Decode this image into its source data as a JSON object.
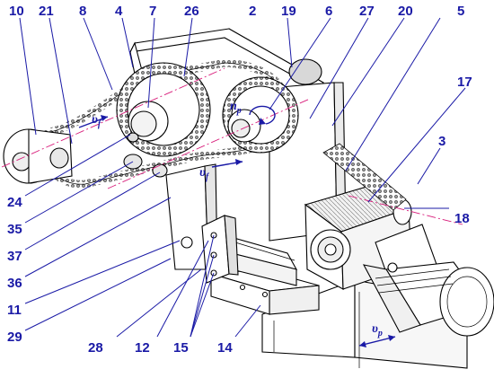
{
  "labels": {
    "l10": "10",
    "l21": "21",
    "l8": "8",
    "l4": "4",
    "l7": "7",
    "l26": "26",
    "l2": "2",
    "l19": "19",
    "l6": "6",
    "l27": "27",
    "l20": "20",
    "l5": "5",
    "l17": "17",
    "l3": "3",
    "l18": "18",
    "l24": "24",
    "l35": "35",
    "l37": "37",
    "l36": "36",
    "l11": "11",
    "l29": "29",
    "l28": "28",
    "l12": "12",
    "l15": "15",
    "l14": "14"
  },
  "symbols": {
    "vf_top": "υ",
    "vf_top_sub": "f",
    "vf_mid": "υ",
    "vf_mid_sub": "f",
    "np": "n",
    "np_sub": "p",
    "vp": "υ",
    "vp_sub": "p"
  },
  "colors": {
    "label": "#1a1aa6",
    "axis": "#d81c7a",
    "chain": "#c8c8c8",
    "line": "#000000"
  }
}
